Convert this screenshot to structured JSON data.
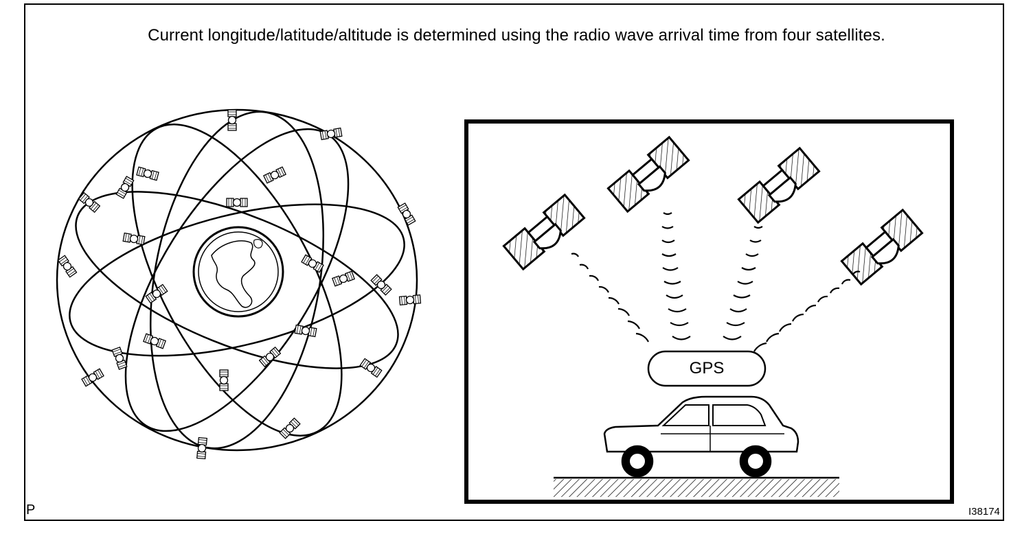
{
  "caption": "Current longitude/latitude/altitude is determined using the radio wave arrival time from four satellites.",
  "receiver_label": "GPS",
  "corner_code": "P",
  "figure_id": "I38174",
  "icons": {
    "constellation": "satellite-constellation-icon",
    "earth": "earth-globe-icon",
    "satellite": "satellite-icon",
    "car": "car-icon",
    "ground": "ground-hatch-icon"
  },
  "colors": {
    "ink": "#000000",
    "paper": "#ffffff"
  }
}
